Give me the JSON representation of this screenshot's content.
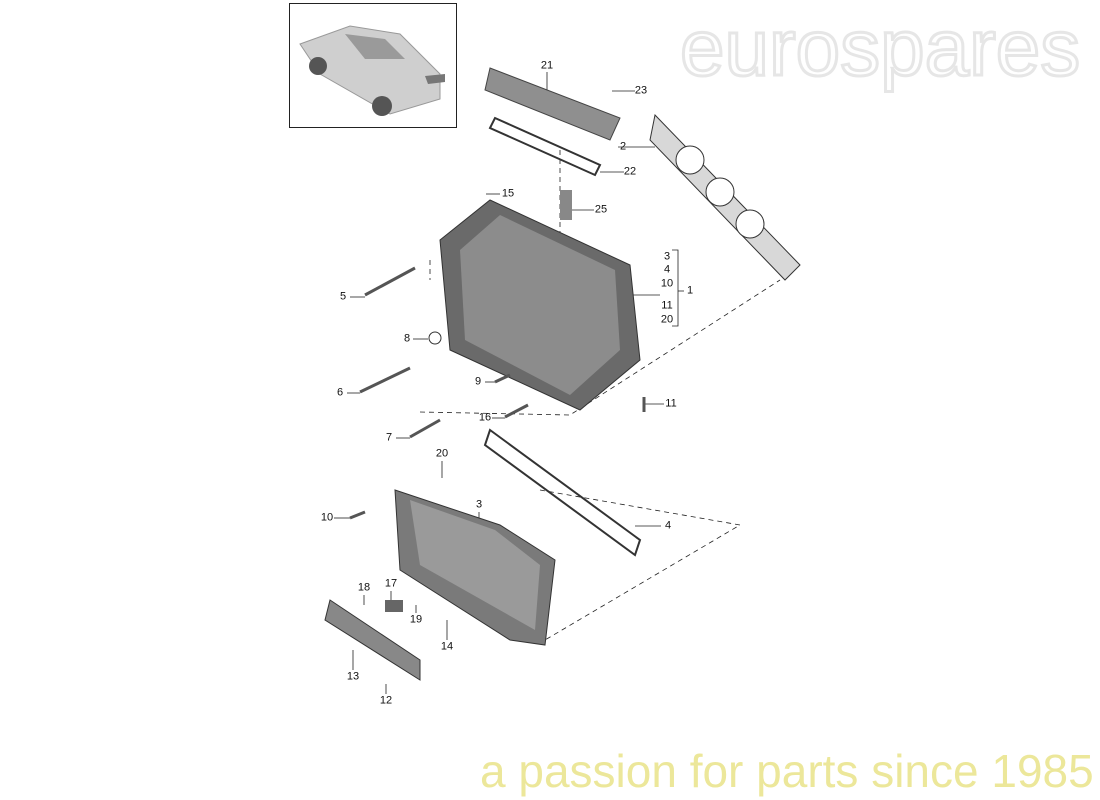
{
  "watermark": {
    "brand": "eurospares",
    "tagline": "a passion for parts since 1985"
  },
  "callouts": {
    "c21": "21",
    "c23": "23",
    "c2": "2",
    "c22": "22",
    "c15": "15",
    "c25": "25",
    "bracket": {
      "b3": "3",
      "b4": "4",
      "b10": "10",
      "b1": "1",
      "b11": "11",
      "b20": "20"
    },
    "c5": "5",
    "c8": "8",
    "c6": "6",
    "c9": "9",
    "c11": "11",
    "c16": "16",
    "c7": "7",
    "c20": "20",
    "c10": "10",
    "c3": "3",
    "c4": "4",
    "c18": "18",
    "c17": "17",
    "c19": "19",
    "c14": "14",
    "c13": "13",
    "c12": "12"
  },
  "colors": {
    "part": "#8a8a8a",
    "part_dark": "#4e4e4e",
    "line": "#222222",
    "watermark_yellow": "#f3f0b0"
  }
}
